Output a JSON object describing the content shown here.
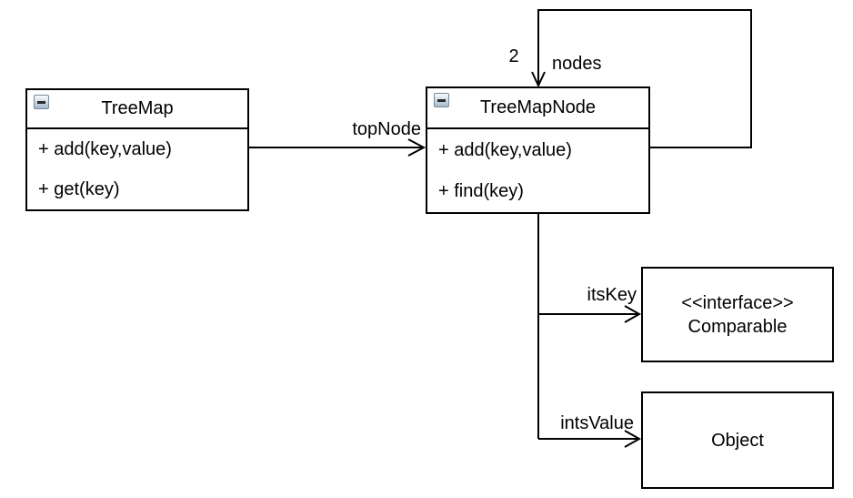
{
  "diagram": {
    "classes": [
      {
        "title": "TreeMap",
        "methods": [
          "+ add(key,value)",
          "+ get(key)"
        ]
      },
      {
        "title": "TreeMapNode",
        "methods": [
          "+ add(key,value)",
          "+ find(key)"
        ]
      }
    ],
    "interface_box": {
      "stereotype": "<<interface>>",
      "name": "Comparable"
    },
    "object_box": {
      "name": "Object"
    },
    "labels": {
      "topnode": "topNode",
      "nodes": "nodes",
      "nodes_multiplicity": "2",
      "itskey": "itsKey",
      "intsvalue": "intsValue"
    },
    "icons": {
      "collapse": "minus-icon"
    },
    "colors": {
      "line": "#000000",
      "background": "#ffffff",
      "text": "#000000"
    }
  }
}
